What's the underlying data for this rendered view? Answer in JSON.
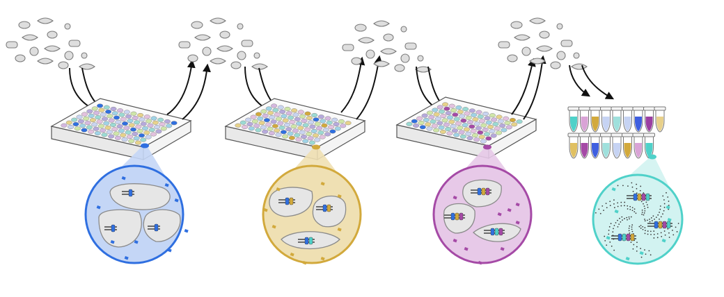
{
  "diagram": {
    "stages": [
      {
        "id": "round-1",
        "accent": "#2f6fe0",
        "fill": "#c4d6f6",
        "wells": [
          "#2f6fe0"
        ]
      },
      {
        "id": "round-2",
        "accent": "#d2a93c",
        "fill": "#efe0b3",
        "wells": [
          "#2f6fe0",
          "#d2a93c"
        ]
      },
      {
        "id": "round-3",
        "accent": "#a54aa6",
        "fill": "#e7c9e8",
        "wells": [
          "#2f6fe0",
          "#d2a93c",
          "#a54aa6"
        ]
      }
    ],
    "final": {
      "id": "pool",
      "accent": "#4fd1c9",
      "fill": "#d2f3f1"
    },
    "well_palette": [
      "#9fd3e6",
      "#d5b8e0",
      "#e7d28a",
      "#9bdad3",
      "#c9d4f1",
      "#e3c1df",
      "#b6a9dc",
      "#cfe6a8"
    ],
    "tube_colors": [
      [
        "#4fd1c9",
        "#d9a3d6",
        "#d2a93c",
        "#c6d3f3",
        "#9fe0dc",
        "#c6d3f3",
        "#3f5fe0",
        "#9b3fa2",
        "#e8d08a"
      ],
      [
        "#e0c062",
        "#a54aa6",
        "#3f5fe0",
        "#9fe0dc",
        "#c6d3f3",
        "#d2a93c",
        "#d9a3d6",
        "#4fd1c9"
      ]
    ],
    "cell_fill": "#e6e6e6",
    "particle_fill": "#dedede",
    "icons": [
      "cell-cluster-icon",
      "arrow-icon",
      "microplate-icon",
      "barcode-construct-icon",
      "tube-icon",
      "magnifier-circle-icon"
    ]
  }
}
